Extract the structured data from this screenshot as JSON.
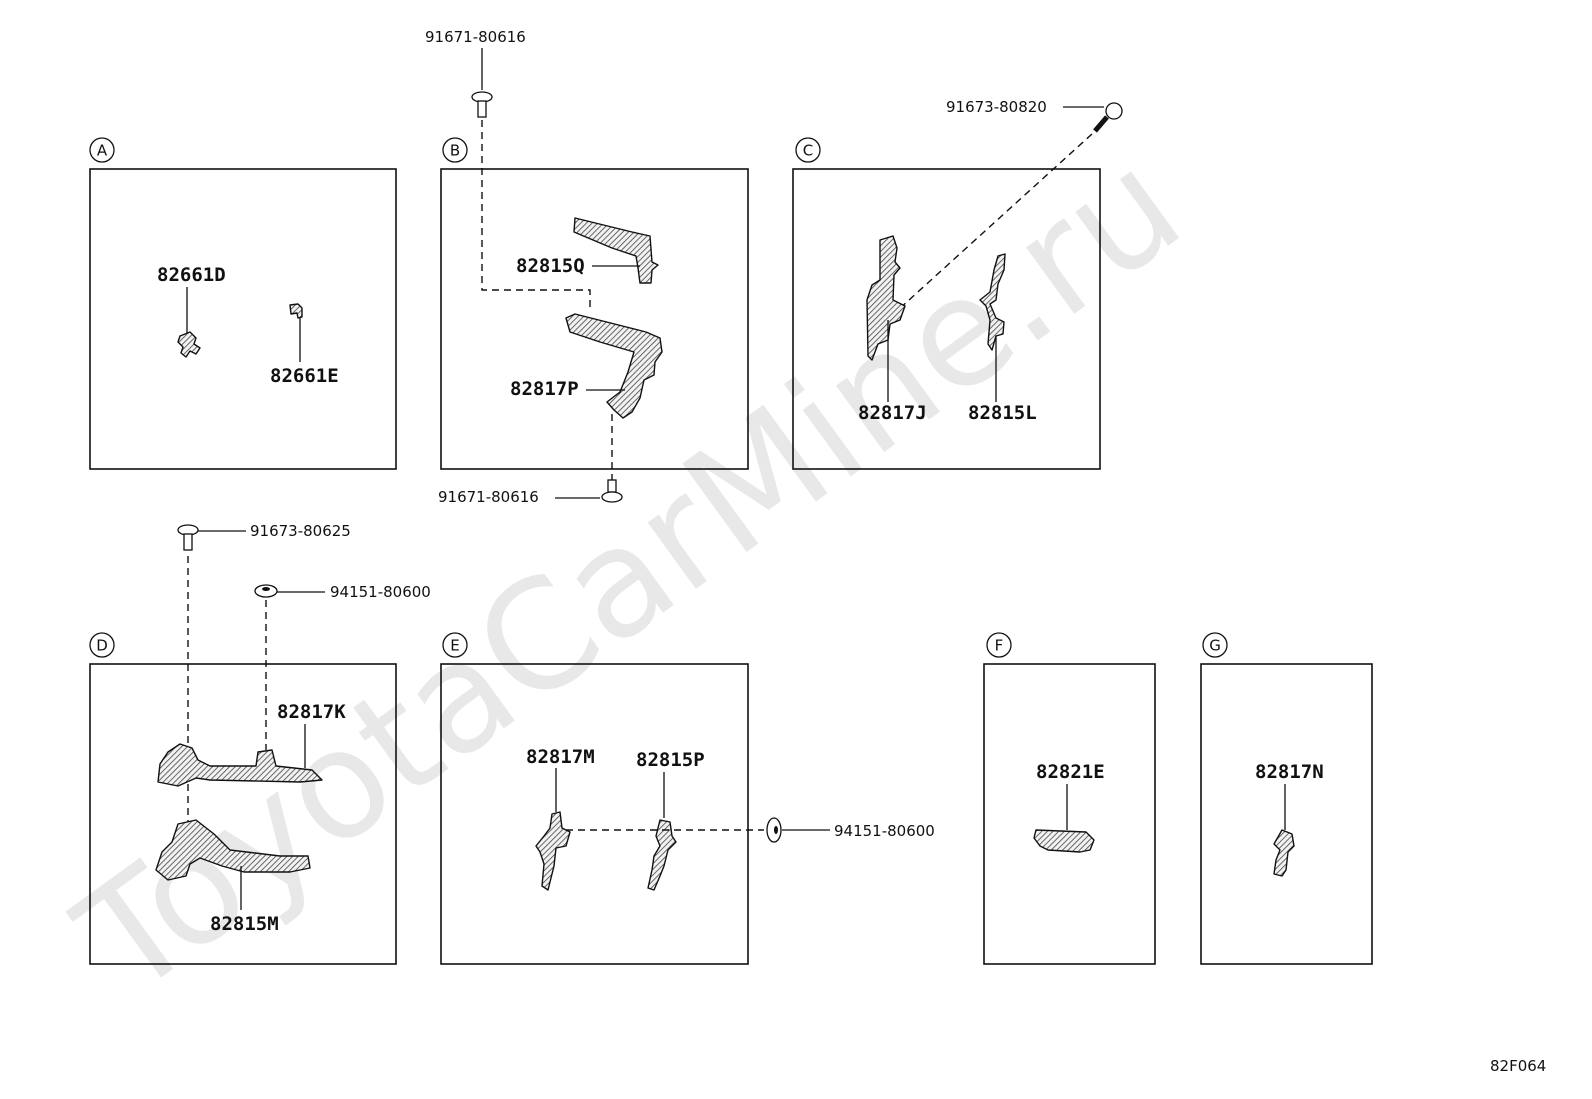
{
  "watermark": "ToyotaCarMine.ru",
  "diagram_code": "82F064",
  "sections": {
    "A": "A",
    "B": "B",
    "C": "C",
    "D": "D",
    "E": "E",
    "F": "F",
    "G": "G"
  },
  "parts": {
    "a1": "82661D",
    "a2": "82661E",
    "b1": "82815Q",
    "b2": "82817P",
    "c1": "82817J",
    "c2": "82815L",
    "d1": "82817K",
    "d2": "82815M",
    "e1": "82817M",
    "e2": "82815P",
    "f1": "82821E",
    "g1": "82817N"
  },
  "fasteners": {
    "b_top": "91671-80616",
    "b_bottom": "91671-80616",
    "c_screw": "91673-80820",
    "d_bolt": "91673-80625",
    "d_nut": "94151-80600",
    "e_nut": "94151-80600"
  }
}
